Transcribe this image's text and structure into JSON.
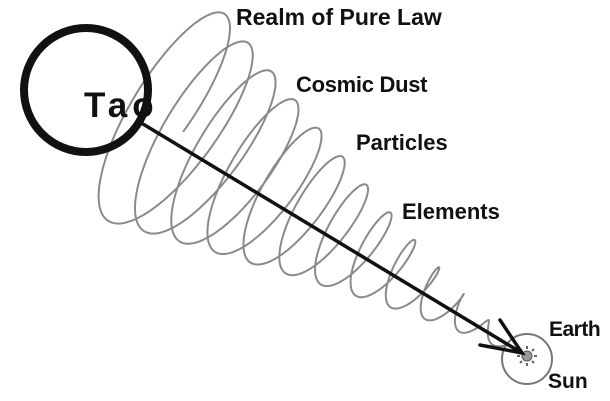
{
  "labels": {
    "tao": "Tao",
    "realm": "Realm of Pure Law",
    "dust": "Cosmic Dust",
    "particles": "Particles",
    "elements": "Elements",
    "earth": "Earth",
    "sun": "Sun"
  },
  "icons": {
    "source": "tao-circle-icon",
    "arrow": "arrow-icon",
    "spiral": "spiral-coil-icon",
    "sun": "sun-icon",
    "earth": "earth-orbit-icon"
  },
  "colors": {
    "line": "#111111",
    "spiral": "#8a8a8a",
    "background": "#ffffff"
  }
}
